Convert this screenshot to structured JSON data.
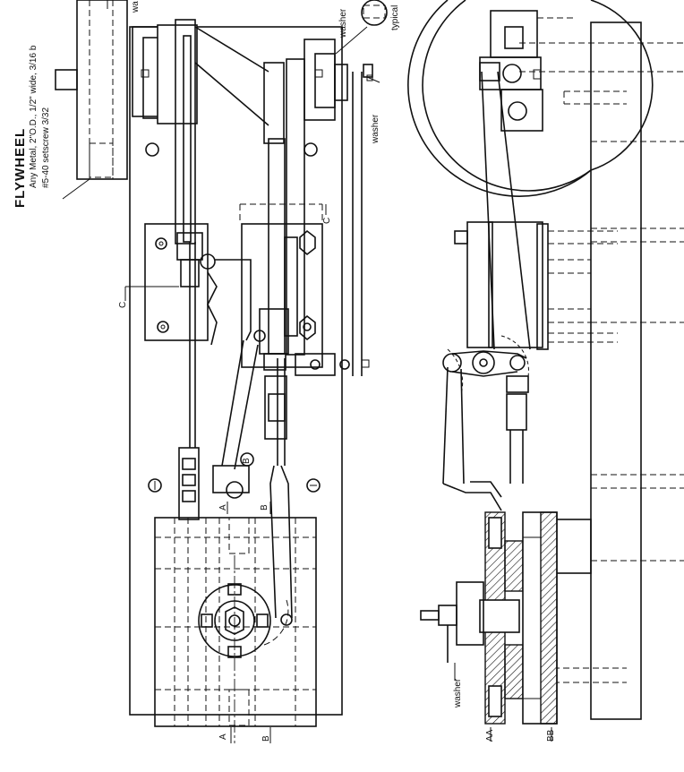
{
  "flywheel": {
    "title": "FLYWHEEL",
    "line1": "Any Metal,  2\"O.D.,  1/2\" wide,  3/16 b",
    "line2": "#5-40  setscrew   3/32"
  },
  "callouts": {
    "washer_top": "washer",
    "washer_mid": "washer",
    "washer_cyl": "washer",
    "washer_corner": "wa",
    "typical": "typical"
  },
  "section_labels": {
    "a_top": "A",
    "a_bottom": "A",
    "b_top": "B",
    "b_bottom": "B",
    "b_circle": "B",
    "c_left": "C",
    "c_right": "C",
    "aa": "AA",
    "bb": "BB"
  }
}
